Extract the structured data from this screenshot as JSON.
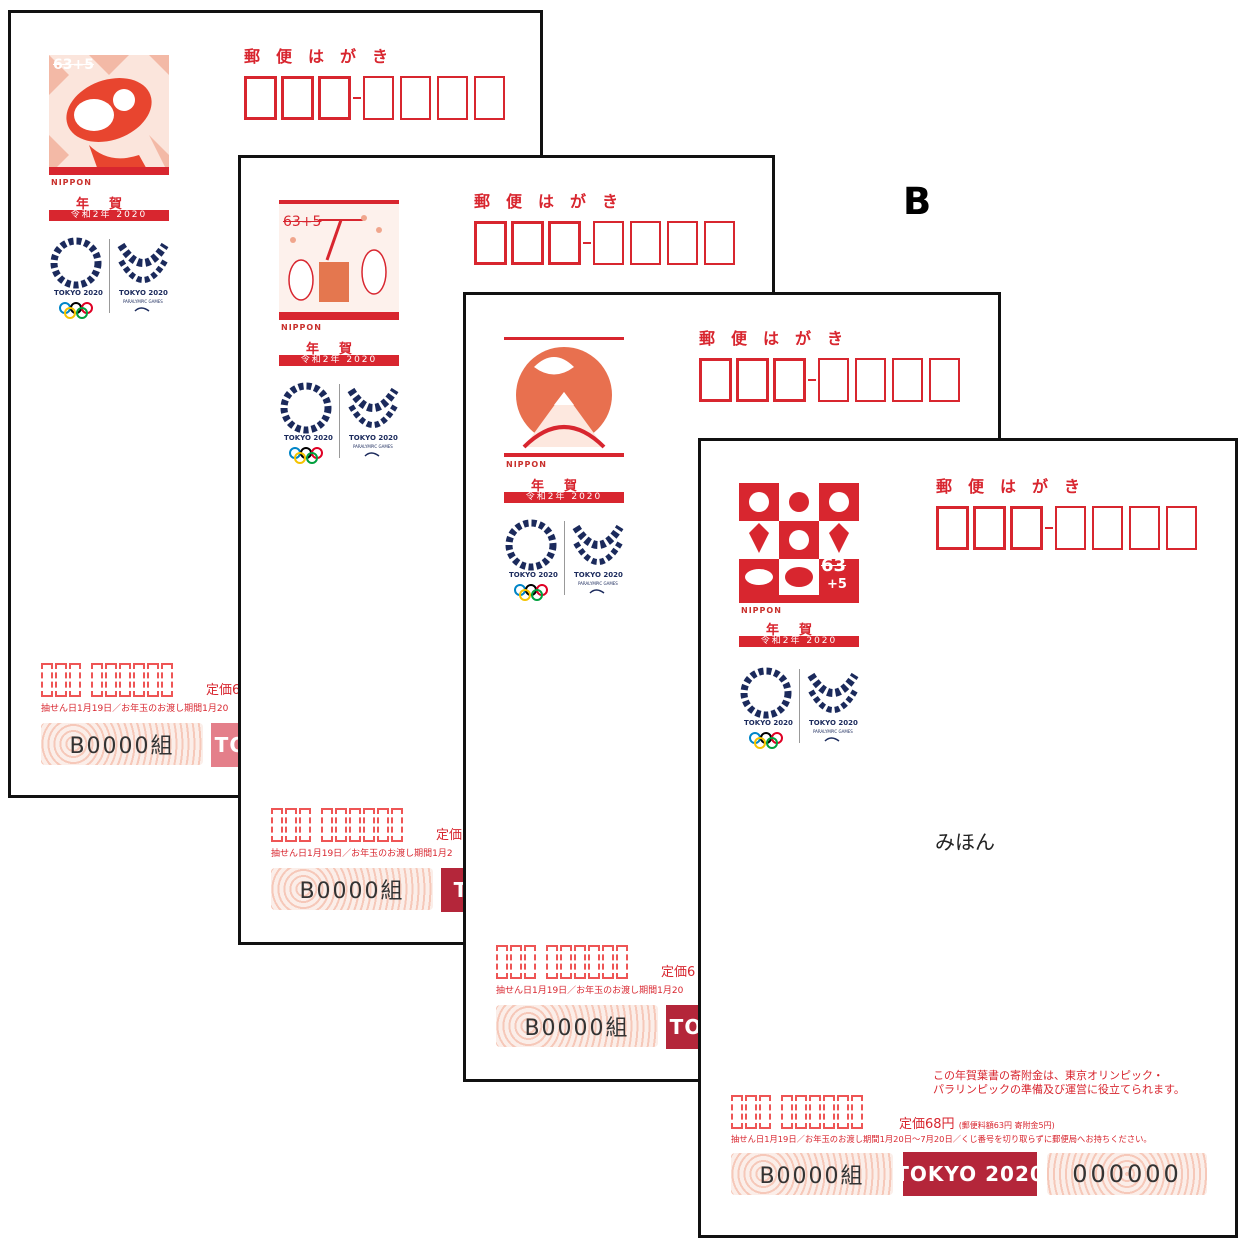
{
  "label_b": "B",
  "sample_text": "みほん",
  "header": "郵便はがき",
  "nippon": "NIPPON",
  "nenga": "年賀",
  "reiwa": "令和2年 2020",
  "tokyo_small": "TOKYO 2020",
  "paralympic_small": "PARALYMPIC GAMES",
  "card1": {
    "teika": "定価6",
    "lottery": "抽せん日1月19日／お年玉のお渡し期間1月20",
    "group": "B0000組",
    "tokyo": "TO"
  },
  "card2": {
    "teika": "定価",
    "lottery": "抽せん日1月19日／お年玉のお渡し期間1月2",
    "group": "B0000組",
    "tokyo": "T"
  },
  "card3": {
    "teika": "定価6",
    "lottery": "抽せん日1月19日／お年玉のお渡し期間1月20",
    "group": "B0000組",
    "tokyo": "TO"
  },
  "card4": {
    "teika_main": "定価68円",
    "teika_detail": "(郵便料額63円 寄附金5円)",
    "lottery": "抽せん日1月19日／お年玉のお渡し期間1月20日～7月20日／くじ番号を切り取らずに郵便局へお持ちください。",
    "group": "B0000組",
    "tokyo": "TOKYO 2020",
    "serial": "000000",
    "note_line1": "この年賀葉書の寄附金は、東京オリンピック・",
    "note_line2": "パラリンピックの準備及び運営に役立てられます。"
  },
  "stamp_values": {
    "card1": "63+5",
    "card2": "63+5",
    "card4_a": "63",
    "card4_b": "+5"
  },
  "colors": {
    "red": "#d8262f",
    "olympic_navy": "#1b2a5c",
    "tokyo_bg": "#b4263a"
  }
}
